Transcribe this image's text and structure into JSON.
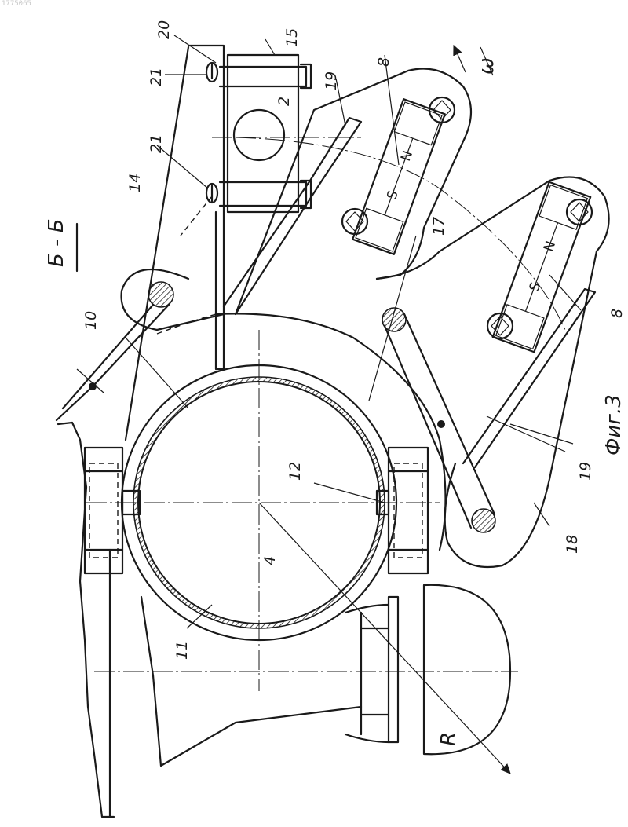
{
  "document_id": "1775065",
  "section_label": "Б - Б",
  "figure_caption": "Фиг.3",
  "omega_label": "ω",
  "radius_label": "R",
  "pole_labels": {
    "north": "N",
    "south": "S"
  },
  "callouts": {
    "c20": "20",
    "c21a": "21",
    "c15": "15",
    "c2": "2",
    "c19a": "19",
    "c8a": "8",
    "c21b": "21",
    "c14": "14",
    "c17": "17",
    "c10": "10",
    "c8b": "8",
    "c12": "12",
    "c4": "4",
    "c11": "11",
    "c19b": "19",
    "c18": "18"
  }
}
